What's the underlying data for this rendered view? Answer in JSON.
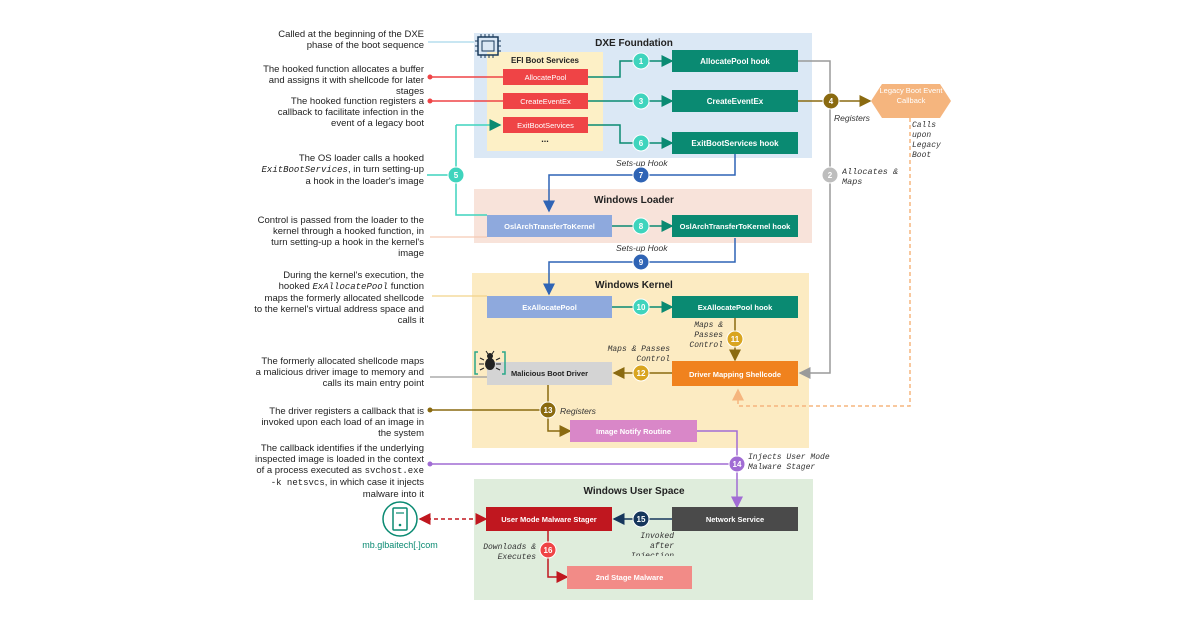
{
  "regions": {
    "dxe": "DXE Foundation",
    "efi": "EFI Boot Services",
    "loader": "Windows Loader",
    "kernel": "Windows Kernel",
    "userspace": "Windows User Space"
  },
  "boxes": {
    "allocate_pool": "AllocatePool",
    "create_event_ex": "CreateEventEx",
    "exit_boot_services": "ExitBootServices",
    "ellipsis": "...",
    "allocate_pool_hook": "AllocatePool hook",
    "create_event_ex_right": "CreateEventEx",
    "exit_boot_services_hook": "ExitBootServices hook",
    "legacy_boot": "Legacy Boot Event Callback",
    "osl_arch": "OslArchTransferToKernel",
    "osl_arch_hook": "OslArchTransferToKernel hook",
    "ex_allocate_pool": "ExAllocatePool",
    "ex_allocate_pool_hook": "ExAllocatePool hook",
    "malicious_driver": "Malicious Boot Driver",
    "driver_mapping": "Driver Mapping Shellcode",
    "image_notify": "Image Notify Routine",
    "network_service": "Network Service",
    "malware_stager": "User Mode Malware Stager",
    "second_stage": "2nd Stage Malware",
    "server_label": "mb.glbaitech[.]com"
  },
  "steps": [
    "1",
    "2",
    "3",
    "4",
    "5",
    "6",
    "7",
    "8",
    "9",
    "10",
    "11",
    "12",
    "13",
    "14",
    "15",
    "16"
  ],
  "edge_labels": {
    "registers": "Registers",
    "calls_upon_legacy": "Calls upon Legacy Boot",
    "allocates_maps": "Allocates & Maps",
    "sets_up_hook_7": "Sets-up Hook",
    "sets_up_hook_9": "Sets-up Hook",
    "maps_passes_control_11": "Maps & Passes Control",
    "maps_passes_control_12": "Maps & Passes Control",
    "registers_13": "Registers",
    "injects_stager": "Injects User Mode Malware Stager",
    "invoked_after": "Invoked after Injection",
    "downloads_executes": "Downloads & Executes"
  },
  "annotations": {
    "a1": "Called at the beginning of the DXE phase of the boot sequence",
    "a2": "The hooked function allocates a buffer and assigns it with shellcode for later stages",
    "a3": "The hooked function registers a callback to facilitate infection in the event of a legacy boot",
    "a4_pre": "The OS loader calls a hooked",
    "a4_code": "ExitBootServices",
    "a4_post": ", in turn setting-up a hook in the loader's image",
    "a5": "Control is passed from the loader to the kernel through a hooked function, in turn setting-up a hook in the kernel's image",
    "a6_pre": "During the kernel's execution, the hooked",
    "a6_code": "ExAllocatePool",
    "a6_post": "function maps the formerly allocated shellcode to the kernel's virtual address space and calls it",
    "a7": "The formerly allocated shellcode maps a malicious driver image to memory and calls its main entry point",
    "a8": "The driver registers a callback that is invoked upon each load of an image in the system",
    "a9_pre": "The callback identifies if the underlying inspected image is loaded in the context of a process executed as",
    "a9_code": "svchost.exe -k netsvcs",
    "a9_post": ", in which case it injects malware into it"
  },
  "colors": {
    "teal": "#0a8a72",
    "red": "#ef4446",
    "blue": "#2f64b5",
    "gold": "#b7860b",
    "purple": "#a16cd4",
    "navy": "#16365c",
    "dark_red": "#c0171f",
    "grey": "#9a9a9a",
    "orange": "#f5b57e"
  }
}
